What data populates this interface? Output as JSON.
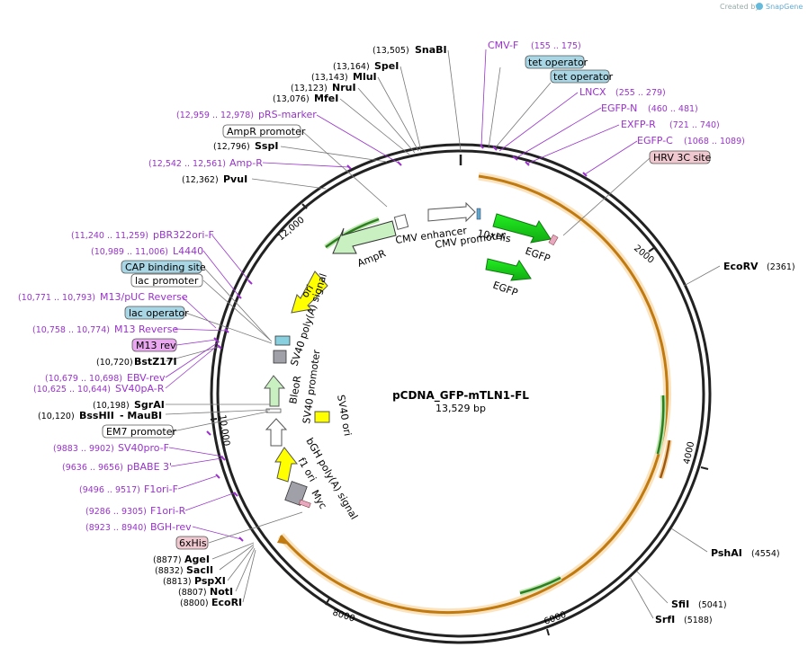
{
  "credit": {
    "prefix": "Created by",
    "brand": "SnapGene"
  },
  "plasmid": {
    "name": "pCDNA_GFP-mTLN1-FL",
    "size": "13,529 bp"
  },
  "ticks": [
    "2000",
    "4000",
    "6000",
    "8000",
    "10,000",
    "12,000"
  ],
  "enzymes": [
    {
      "pos": "(13,505)",
      "name": "SnaBI"
    },
    {
      "pos": "(13,164)",
      "name": "SpeI"
    },
    {
      "pos": "(13,143)",
      "name": "MluI"
    },
    {
      "pos": "(13,123)",
      "name": "NruI"
    },
    {
      "pos": "(13,076)",
      "name": "MfeI"
    },
    {
      "pos": "(12,796)",
      "name": "SspI"
    },
    {
      "pos": "(12,362)",
      "name": "PvuI"
    },
    {
      "pos": "(10,720)",
      "name": "BstZ17I"
    },
    {
      "pos": "(10,198)",
      "name": "SgrAI"
    },
    {
      "pos": "(10,120)",
      "name": "BssHII",
      "extra": "- MauBI"
    },
    {
      "pos": "(8877)",
      "name": "AgeI"
    },
    {
      "pos": "(8832)",
      "name": "SacII"
    },
    {
      "pos": "(8813)",
      "name": "PspXI"
    },
    {
      "pos": "(8807)",
      "name": "NotI"
    },
    {
      "pos": "(8800)",
      "name": "EcoRI"
    },
    {
      "pos": "(2361)",
      "name": "EcoRV"
    },
    {
      "pos": "(4554)",
      "name": "PshAI"
    },
    {
      "pos": "(5041)",
      "name": "SfiI"
    },
    {
      "pos": "(5188)",
      "name": "SrfI"
    }
  ],
  "primers": [
    {
      "name": "CMV-F",
      "pos": "(155 .. 175)"
    },
    {
      "name": "LNCX",
      "pos": "(255 .. 279)"
    },
    {
      "name": "EGFP-N",
      "pos": "(460 .. 481)"
    },
    {
      "name": "EXFP-R",
      "pos": "(721 .. 740)"
    },
    {
      "name": "EGFP-C",
      "pos": "(1068 .. 1089)"
    },
    {
      "pos": "(12,959 .. 12,978)",
      "name": "pRS-marker"
    },
    {
      "pos": "(12,542 .. 12,561)",
      "name": "Amp-R"
    },
    {
      "pos": "(11,240 .. 11,259)",
      "name": "pBR322ori-F"
    },
    {
      "pos": "(10,989 .. 11,006)",
      "name": "L4440"
    },
    {
      "pos": "(10,771 .. 10,793)",
      "name": "M13/pUC Reverse"
    },
    {
      "pos": "(10,758 .. 10,774)",
      "name": "M13 Reverse"
    },
    {
      "pos": "(10,679 .. 10,698)",
      "name": "EBV-rev"
    },
    {
      "pos": "(10,625 .. 10,644)",
      "name": "SV40pA-R"
    },
    {
      "pos": "(9883 .. 9902)",
      "name": "SV40pro-F"
    },
    {
      "pos": "(9636 .. 9656)",
      "name": "pBABE 3'"
    },
    {
      "pos": "(9496 .. 9517)",
      "name": "F1ori-F"
    },
    {
      "pos": "(9286 .. 9305)",
      "name": "F1ori-R"
    },
    {
      "pos": "(8923 .. 8940)",
      "name": "BGH-rev"
    }
  ],
  "boxed_features": [
    {
      "label": "tet operator",
      "color": "#a9d6e5"
    },
    {
      "label": "tet operator",
      "color": "#a9d6e5"
    },
    {
      "label": "HRV 3C site",
      "color": "#f0c8d0"
    },
    {
      "label": "AmpR promoter",
      "color": "#ffffff"
    },
    {
      "label": "CAP binding site",
      "color": "#a9d6e5"
    },
    {
      "label": "lac promoter",
      "color": "#ffffff"
    },
    {
      "label": "lac operator",
      "color": "#a9d6e5"
    },
    {
      "label": "M13 rev",
      "color": "#e9a8f0"
    },
    {
      "label": "EM7 promoter",
      "color": "#ffffff"
    },
    {
      "label": "6xHis",
      "color": "#f0c8d0"
    }
  ],
  "inner_features": {
    "cmv_enhancer": "CMV enhancer",
    "cmv_promoter": "CMV promoter",
    "his": "10xHis",
    "egfp1": "EGFP",
    "egfp2": "EGFP",
    "ampr": "AmpR",
    "ori": "ori",
    "sv40pa": "SV40 poly(A) signal",
    "bleor": "BleoR",
    "sv40prom": "SV40 promoter",
    "sv40ori": "SV40 ori",
    "bgh": "bGH poly(A) signal",
    "f1ori": "f1 ori",
    "myc": "Myc"
  },
  "colors": {
    "primer": "#9933cc",
    "orange_band": "#f0a030",
    "green_arrow": "#33cc33",
    "ori_yellow": "#ffff00"
  }
}
